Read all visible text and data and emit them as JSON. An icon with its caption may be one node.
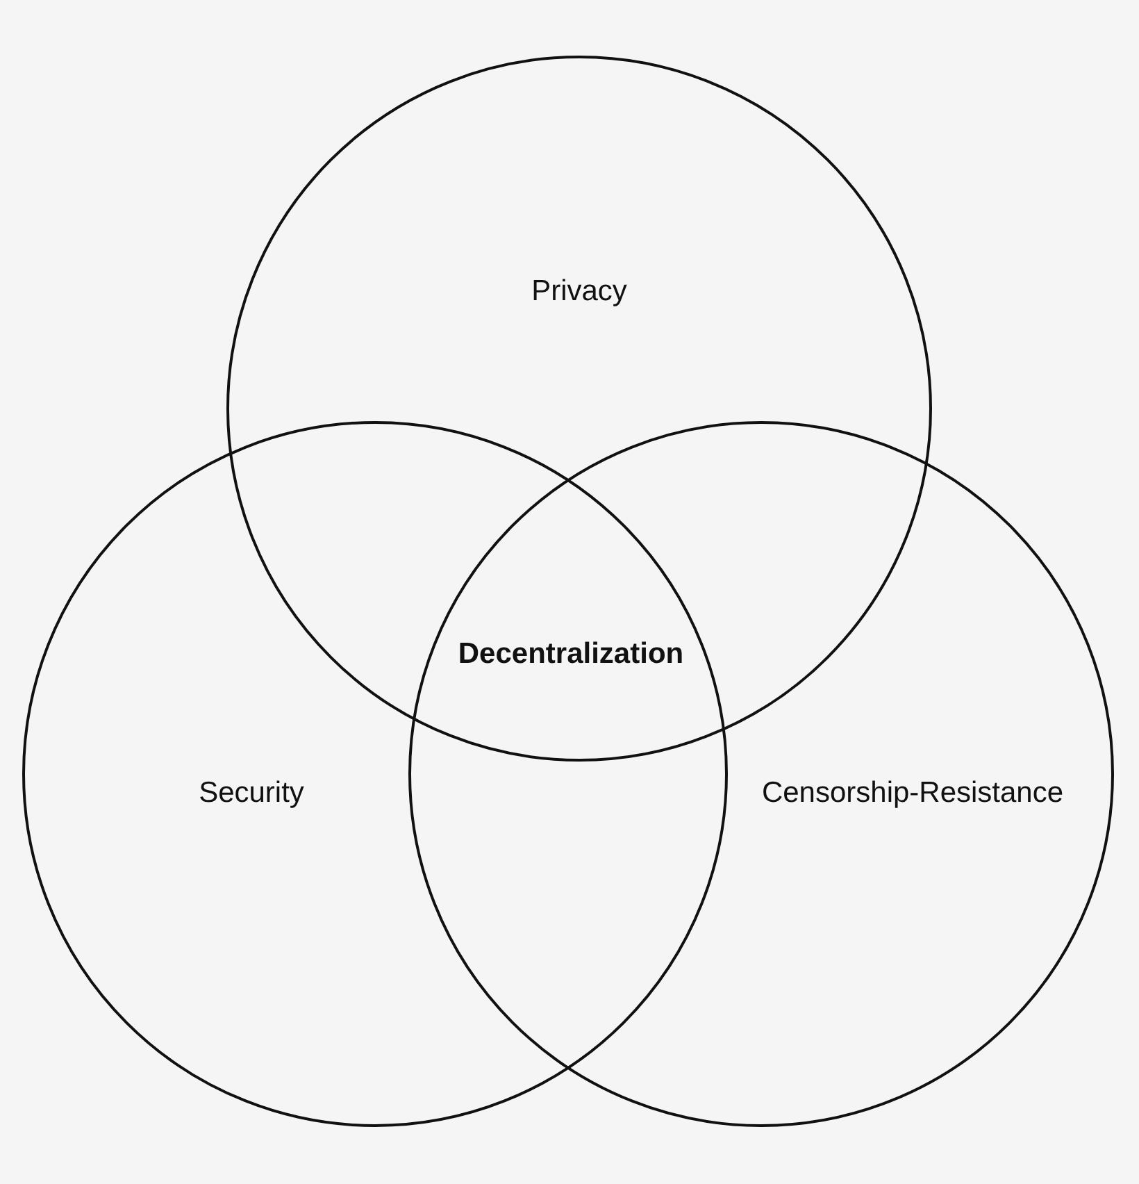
{
  "diagram": {
    "nodes": [
      {
        "text": [
          "Privacy"
        ]
      },
      {
        "text": [
          "Security"
        ]
      },
      {
        "text": [
          "Censorship-Resistance"
        ]
      }
    ],
    "labels": [
      "Decentralization"
    ]
  }
}
